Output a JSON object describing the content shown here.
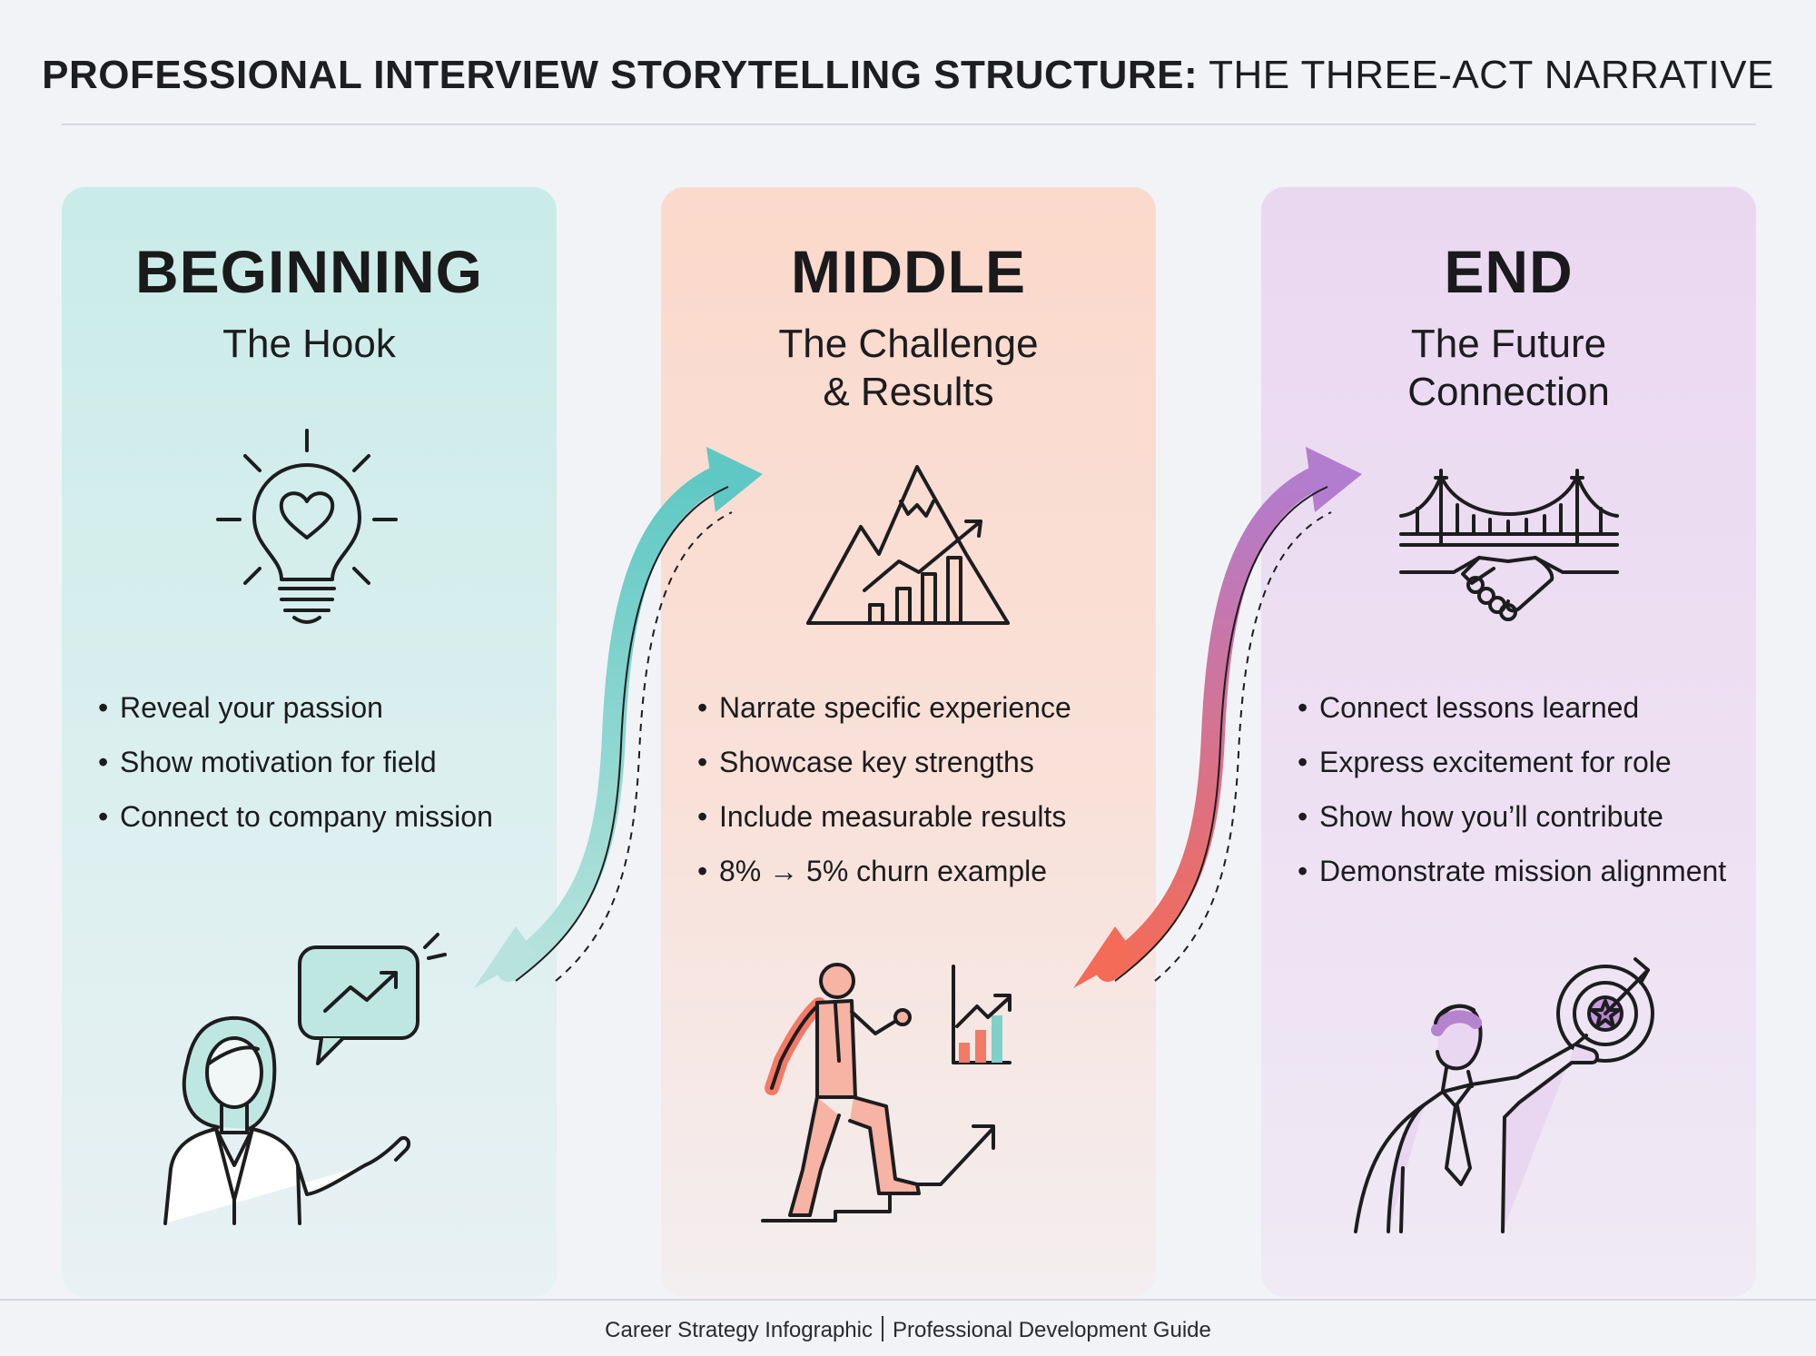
{
  "title": {
    "bold": "PROFESSIONAL INTERVIEW STORYTELLING STRUCTURE:",
    "light": "THE THREE-ACT NARRATIVE"
  },
  "panels": [
    {
      "heading": "BEGINNING",
      "subtitle": "The Hook",
      "color": "#c9ece8",
      "accent": "#7fd0c8",
      "icon": "lightbulb-heart-icon",
      "illustration": "presenter-woman-icon",
      "bullets": [
        "Reveal your passion",
        "Show motivation for field",
        "Connect to company mission"
      ]
    },
    {
      "heading": "MIDDLE",
      "subtitle": "The Challenge\n& Results",
      "color": "#fbd9cb",
      "accent": "#f27a66",
      "icon": "mountain-growth-chart-icon",
      "illustration": "climbing-stairs-man-icon",
      "bullets": [
        "Narrate specific experience",
        "Showcase key strengths",
        "Include measurable results",
        "8% → 5% churn example"
      ]
    },
    {
      "heading": "END",
      "subtitle": "The Future\nConnection",
      "color": "#ead8f1",
      "accent": "#b683cf",
      "icon": "bridge-handshake-icon",
      "illustration": "man-pointing-target-icon",
      "bullets": [
        "Connect lessons learned",
        "Express excitement for role",
        "Show how you’ll contribute",
        "Demonstrate mission alignment"
      ]
    }
  ],
  "connectors": [
    {
      "from": "beginning",
      "to": "middle",
      "colors": [
        "#b7e3dc",
        "#5fc8c4"
      ]
    },
    {
      "from": "middle",
      "to": "end",
      "colors": [
        "#f46b58",
        "#b27ccf"
      ]
    }
  ],
  "footer": {
    "left": "Career Strategy Infographic",
    "right": "Professional Development Guide"
  }
}
